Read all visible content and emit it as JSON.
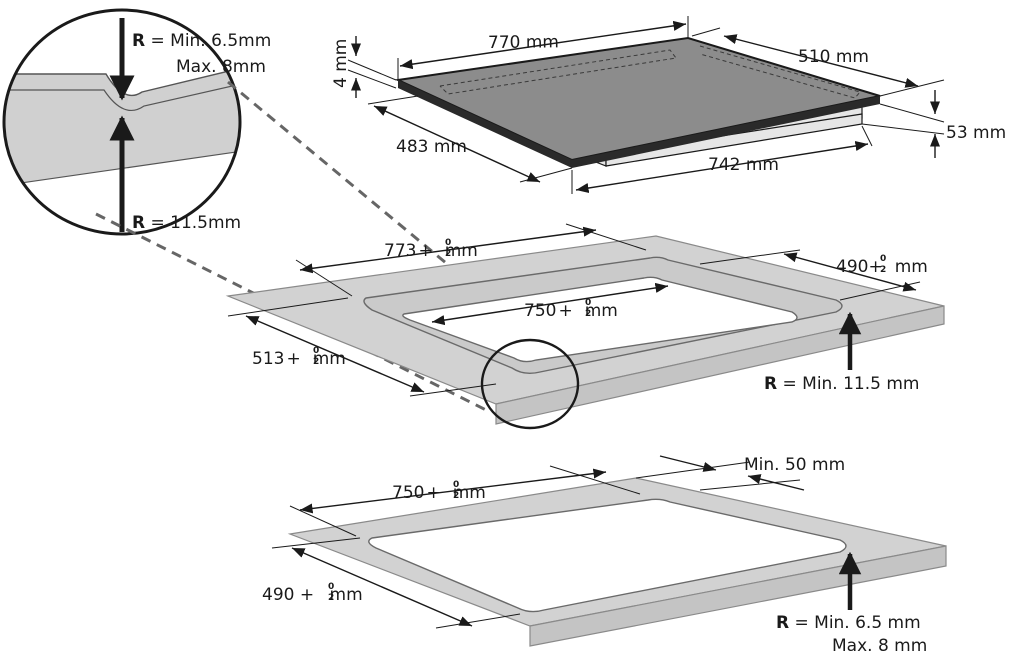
{
  "hob": {
    "width": "770 mm",
    "depth": "510 mm",
    "thickness": "4 mm",
    "base_depth": "483 mm",
    "base_width": "742 mm",
    "height": "53 mm"
  },
  "cutout_a": {
    "outer_width": "773",
    "outer_depth": "513",
    "inner_width": "750",
    "inner_depth": "490",
    "tol_top": "0",
    "tol_bottom": "2",
    "unit": "mm",
    "plus": "+",
    "corner_prefix": "R",
    "corner_text": " = Min. 11.5 mm"
  },
  "cutout_b": {
    "width": "750",
    "depth": "490",
    "tol_top": "0",
    "tol_bottom": "2",
    "unit": "mm",
    "plus": "+",
    "plus_spaced": " + ",
    "min_edge": "Min. 50 mm",
    "corner_prefix": "R",
    "corner_line1": " = Min. 6.5 mm",
    "corner_line2": "Max. 8 mm"
  },
  "detail": {
    "r_top_prefix": "R",
    "r_top_line1": " = Min. 6.5mm",
    "r_top_line2": "Max. 8mm",
    "r_bottom_prefix": "R",
    "r_bottom_text": " = 11.5mm"
  },
  "colors": {
    "hob_glass": "#8c8c8c",
    "hob_frame": "#2a2a2a",
    "worktop": "#d2d2d2",
    "worktop_edge": "#b8b8b8",
    "ink": "#1a1a1a"
  }
}
